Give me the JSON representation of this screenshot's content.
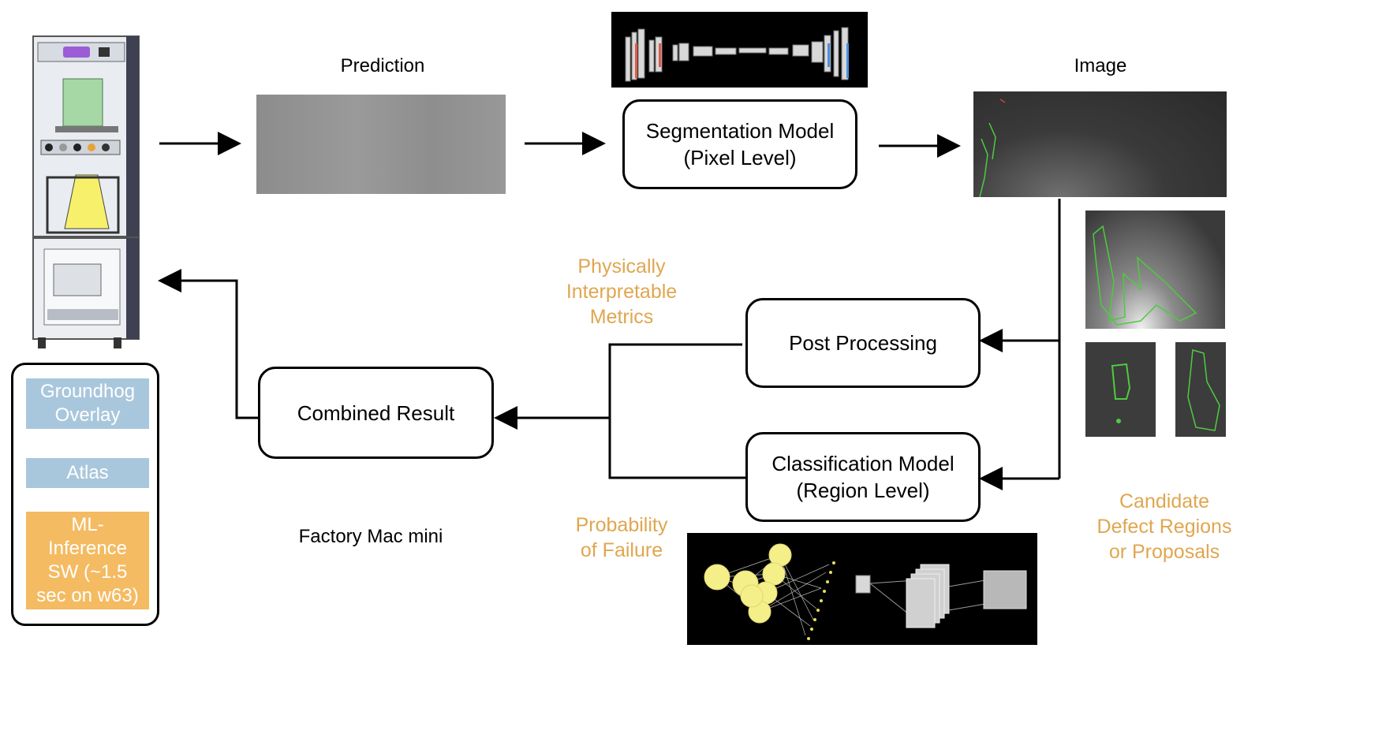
{
  "labels": {
    "prediction": "Prediction",
    "image": "Image",
    "factory": "Factory Mac mini"
  },
  "boxes": {
    "segmentation": [
      "Segmentation Model",
      "(Pixel Level)"
    ],
    "post_processing": "Post Processing",
    "classification": [
      "Classification Model",
      "(Region Level)"
    ],
    "combined": "Combined Result"
  },
  "annotations": {
    "metrics": [
      "Physically",
      "Interpretable",
      "Metrics"
    ],
    "probability": [
      "Probability",
      "of Failure"
    ],
    "candidate": [
      "Candidate",
      "Defect Regions",
      "or Proposals"
    ]
  },
  "stack": {
    "groundhog": [
      "Groundhog",
      "Overlay"
    ],
    "atlas": "Atlas",
    "ml": [
      "ML-",
      "Inference",
      "SW (~1.5",
      "sec on w63)"
    ]
  },
  "colors": {
    "accent_orange": "#e0a650",
    "stack_blue": "#a9c7dc",
    "stack_orange": "#f4bb62",
    "contour_green": "#4ecb3f",
    "machine_yellow": "#f7f06a",
    "machine_purple": "#9b5cd6"
  }
}
